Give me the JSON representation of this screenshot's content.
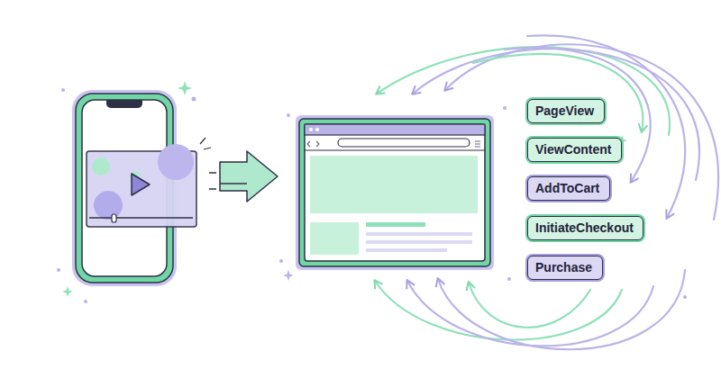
{
  "diagram": {
    "nodes": [
      {
        "text": [
          "PageView"
        ]
      },
      {
        "text": [
          "ViewContent"
        ]
      },
      {
        "text": [
          "AddToCart"
        ]
      },
      {
        "text": [
          "InitiateCheckout"
        ]
      },
      {
        "text": [
          "Purchase"
        ]
      }
    ]
  }
}
